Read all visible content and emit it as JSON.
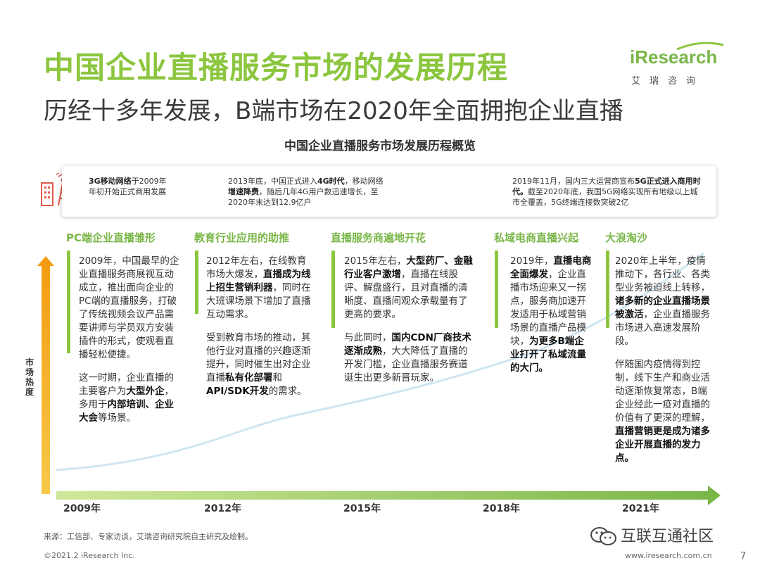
{
  "header": {
    "title": "中国企业直播服务市场的发展历程",
    "subtitle": "历经十多年发展，B端市场在2020年全面拥抱企业直播"
  },
  "logo": {
    "brand": "iResearch",
    "cn": "艾瑞咨询"
  },
  "chart": {
    "title": "中国企业直播服务市场发展历程概览",
    "y_label": "市场热度",
    "x_ticks": [
      "2009年",
      "2012年",
      "2015年",
      "2018年",
      "2021年"
    ]
  },
  "milestones": [
    {
      "bold1": "3G移动网络",
      "text1": "于2009年年初开始正式商用发展"
    },
    {
      "pre": "2013年底，中国正式进入",
      "bold1": "4G时代",
      "mid": "，移动网络",
      "bold2": "增速降费",
      "post": "，随后几年4G用户数迅速增长，至2020年末达到12.9亿户"
    },
    {
      "pre": "2019年11月，国内三大运营商宣布",
      "bold1": "5G正式进入商用时代。",
      "post": "截至2020年底，我国5G网络实现所有地级以上城市全覆盖，5G终端连接数突破2亿"
    }
  ],
  "phases": [
    {
      "title": "PC端企业直播雏形"
    },
    {
      "title": "教育行业应用的助推"
    },
    {
      "title": "直播服务商遍地开花"
    },
    {
      "title": "私域电商直播兴起"
    },
    {
      "title": "大浪淘沙"
    }
  ],
  "col1": {
    "p1": "2009年，中国最早的企业直播服务商展视互动成立，推出面向企业的PC端的直播服务，打破了传统视频会议产品需要讲师与学员双方安装插件的形式，使观看直播轻松便捷。",
    "p2_a": "这一时期，企业直播的主要客户为",
    "p2_b1": "大型外企",
    "p2_c": "，多用于",
    "p2_b2": "内部培训、企业大会",
    "p2_d": "等场景。"
  },
  "col2": {
    "p1_a": "2012年左右，在线教育市场大爆发，",
    "p1_b": "直播成为线上招生营销利器",
    "p1_c": "，同时在大班课场景下增加了直播互动需求。",
    "p2_a": "受到教育市场的推动，其他行业对直播的兴趣逐渐提升，同时催生出对企业直播",
    "p2_b": "私有化部署",
    "p2_c": "和",
    "p2_b2": "API/SDK开发",
    "p2_d": "的需求。"
  },
  "col3": {
    "p1_a": "2015年左右，",
    "p1_b": "大型药厂、金融行业客户激增",
    "p1_c": "，直播在线股评、解盘盛行，且对直播的清晰度、直播间观众承载量有了更高的要求。",
    "p2_a": "与此同时，",
    "p2_b": "国内CDN厂商技术逐渐成熟",
    "p2_c": "，大大降低了直播的开发门槛，企业直播服务赛道诞生出更多新晋玩家。"
  },
  "col4": {
    "p1_a": "2019年，",
    "p1_b": "直播电商全面爆发",
    "p1_c": "，企业直播市场迎来又一拐点，服务商加速开发适用于私域营销场景的直播产品模块，",
    "p1_d": "为更多B端企业打开了私域流量的大门。"
  },
  "col5": {
    "p1_a": "2020年上半年，疫情推动下，各行业、各类型业务被迫线上转移，",
    "p1_b": "诸多新的企业直播场景被激活",
    "p1_c": "，企业直播服务市场进入高速发展阶段。",
    "p2_a": "伴随国内疫情得到控制，线下生产和商业活动逐渐恢复常态，B端企业经此一疫对直播的价值有了更深的理解，",
    "p2_b": "直播营销更是成为诸多企业开展直播的发力点。"
  },
  "footer": {
    "source": "来源：工信部、专家访谈，艾瑞咨询研究院自主研究及绘制。",
    "copyright": "©2021.2 iResearch Inc.",
    "url": "www.iresearch.com.cn",
    "page": "7",
    "watermark": "互联互通社区"
  },
  "colors": {
    "accent": "#8cc63f",
    "accent_dark": "#7ab648",
    "axis_y": "#f5a623"
  }
}
